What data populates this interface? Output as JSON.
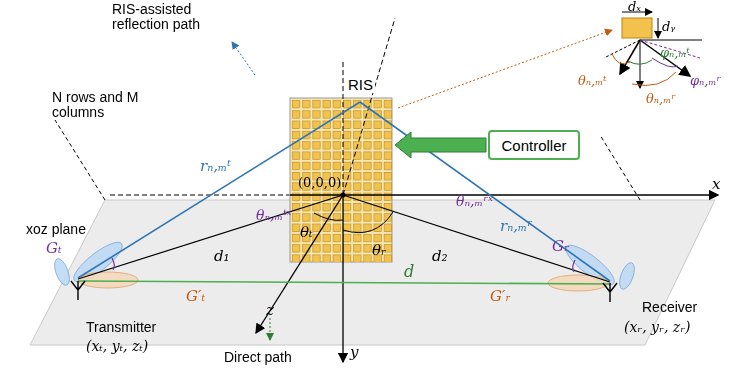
{
  "diagram": {
    "nodes": [
      {
        "text": [
          "RIS"
        ]
      },
      {
        "text": [
          "Controller"
        ]
      }
    ],
    "edges": [
      {
        "from": 1,
        "to": 0,
        "arrow": "to"
      }
    ],
    "labels": [
      "RIS-assisted reflection path",
      "N rows and M columns",
      "(0,0,0)",
      "x",
      "y",
      "z",
      "xoz plane",
      "Transmitter",
      "(xₜ, yₜ, zₜ)",
      "Receiver",
      "(xᵣ, yᵣ, zᵣ)",
      "Direct path",
      "d",
      "d₁",
      "d₂",
      "Gₜ",
      "Gᵣ",
      "G′ₜ",
      "G′ᵣ",
      "rₙ,ₘᵗ",
      "rₙ,ₘʳ",
      "θₙ,ₘᵗˣ",
      "θₜ",
      "θᵣ",
      "θₙ,ₘʳˣ",
      "dₓ",
      "dᵧ",
      "θₙ,ₘᵗ",
      "φₙ,ₘᵗ",
      "φₙ,ₘʳ",
      "θₙ,ₘʳ"
    ]
  }
}
